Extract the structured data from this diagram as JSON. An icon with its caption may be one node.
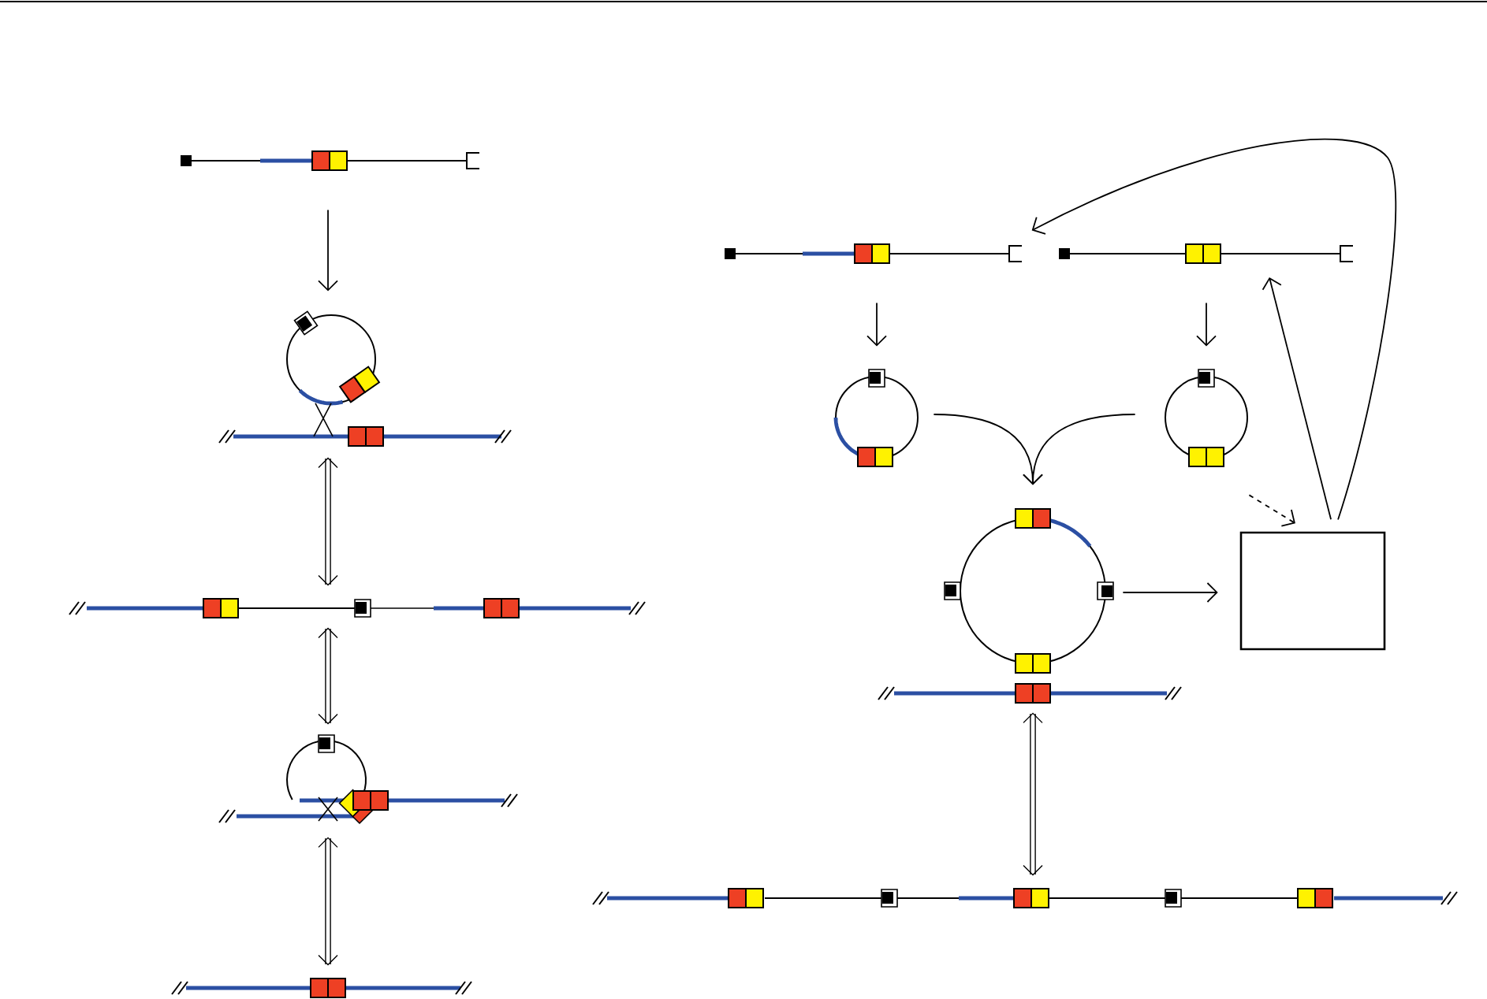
{
  "diagram": {
    "nodes": [
      {
        "text": [],
        "shape": "bar"
      },
      {
        "text": [],
        "shape": "circle"
      },
      {
        "text": [],
        "shape": "bar"
      },
      {
        "text": [],
        "shape": "bar"
      },
      {
        "text": [],
        "shape": "bar"
      },
      {
        "text": [],
        "shape": "bar"
      },
      {
        "text": [],
        "shape": "bar"
      },
      {
        "text": [],
        "shape": "circle"
      },
      {
        "text": [],
        "shape": "circle"
      },
      {
        "text": [],
        "shape": "circle"
      },
      {
        "text": [],
        "shape": "box"
      },
      {
        "text": [],
        "shape": "bar"
      }
    ],
    "edges": [
      {
        "from": 0,
        "to": 1,
        "arrow": "to"
      },
      {
        "from": 1,
        "to": 2,
        "arrow": "both",
        "style": "thick"
      },
      {
        "from": 2,
        "to": 3,
        "arrow": "both",
        "style": "thick"
      },
      {
        "from": 3,
        "to": 4,
        "arrow": "both",
        "style": "thick"
      },
      {
        "from": 5,
        "to": 7,
        "arrow": "to"
      },
      {
        "from": 6,
        "to": 8,
        "arrow": "to"
      },
      {
        "from": 7,
        "to": 9,
        "arrow": "to"
      },
      {
        "from": 8,
        "to": 9,
        "arrow": "to"
      },
      {
        "from": 9,
        "to": 10,
        "arrow": "to"
      },
      {
        "from": 8,
        "to": 10,
        "arrow": "to",
        "style": "dashed"
      },
      {
        "from": 10,
        "to": 6,
        "arrow": "to"
      },
      {
        "from": 10,
        "to": 5,
        "arrow": "to"
      },
      {
        "from": 9,
        "to": 11,
        "arrow": "both",
        "style": "thick"
      }
    ]
  }
}
